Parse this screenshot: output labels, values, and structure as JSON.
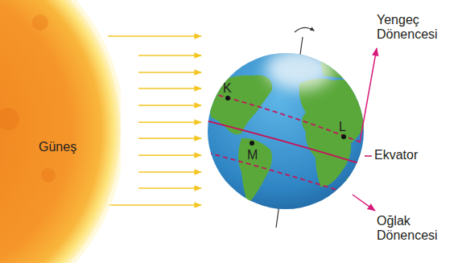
{
  "diagram": {
    "nodes": [
      {
        "text": [
          "Güneş"
        ]
      }
    ],
    "labels": [
      "K",
      "L",
      "M",
      "Yengeç Dönencesi",
      "Ekvator",
      "Oğlak Dönencesi"
    ]
  }
}
